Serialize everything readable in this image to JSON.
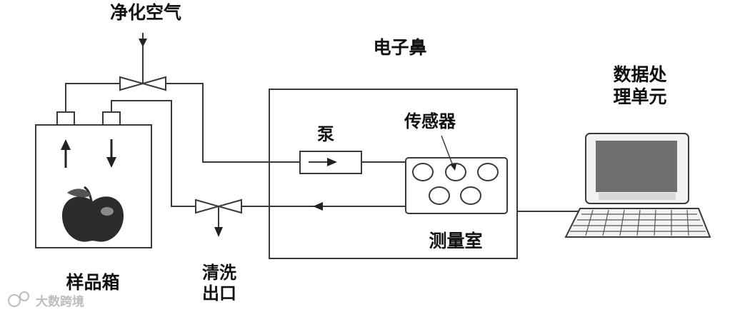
{
  "labels": {
    "clean_air": "净化空气",
    "electronic_nose": "电子鼻",
    "data_processing_line1": "数据处",
    "data_processing_line2": "理单元",
    "pump": "泵",
    "sensor": "传感器",
    "measurement_chamber": "测量室",
    "sample_box": "样品箱",
    "cleaning_outlet_line1": "清洗",
    "cleaning_outlet_line2": "出口",
    "watermark": "大数跨境"
  },
  "colors": {
    "line": "#3a3a3a",
    "monitor_screen": "#6f6f6f",
    "apple": "#2b2b2b",
    "watermark": "#bdbdbd"
  }
}
